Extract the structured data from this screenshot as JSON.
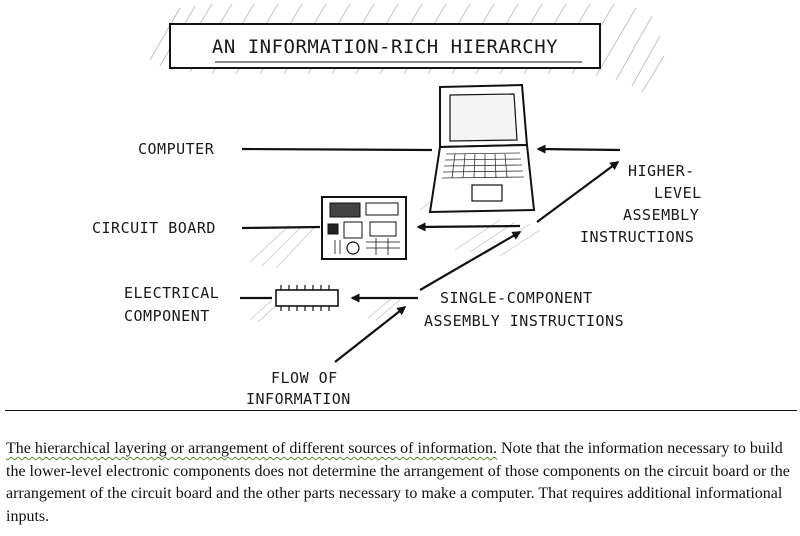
{
  "diagram": {
    "title": "AN INFORMATION-RICH HIERARCHY",
    "labels": {
      "computer": "COMPUTER",
      "circuit_board": "CIRCUIT BOARD",
      "electrical_line1": "ELECTRICAL",
      "electrical_line2": "COMPONENT",
      "higher_line1": "HIGHER-",
      "higher_line2": "LEVEL",
      "higher_line3": "ASSEMBLY",
      "higher_line4": "INSTRUCTIONS",
      "single_line1": "SINGLE-COMPONENT",
      "single_line2": "ASSEMBLY INSTRUCTIONS",
      "flow_line1": "FLOW OF",
      "flow_line2": "INFORMATION"
    }
  },
  "caption": {
    "lead": "The hierarchical layering or arrangement of different sources of information.",
    "body": " Note that the information necessary to build the lower-level electronic components does not determine the arrangement of those components on the circuit board or the arrangement of the circuit board and the other parts necessary to make a computer. That requires additional informational inputs."
  }
}
